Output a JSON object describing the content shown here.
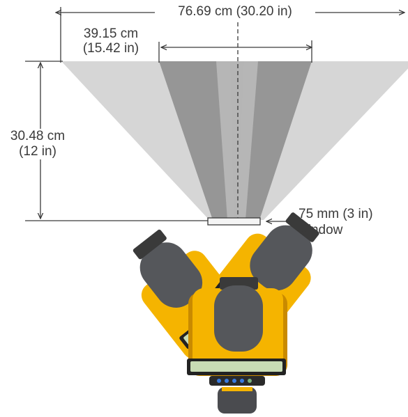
{
  "dimensions": {
    "total_width": {
      "metric": "76.69 cm",
      "imperial": "(30.20 in)"
    },
    "inner_width": {
      "metric": "39.15 cm",
      "imperial": "(15.42 in)"
    },
    "height": {
      "metric": "30.48 cm",
      "imperial": "(12 in)"
    },
    "window": {
      "line1": "75 mm (3 in)",
      "line2": "window"
    }
  },
  "colors": {
    "device_body": "#f5b400",
    "device_shadow": "#c98a00",
    "device_grip": "#4a4b4f",
    "screen": "#c8dcb4",
    "screen_frame": "#222222",
    "buttons": "#3a7be0",
    "dimension_line": "#3a3a3a",
    "beam_light": "#c8c8c8",
    "beam_dark": "#8e8e8e"
  }
}
